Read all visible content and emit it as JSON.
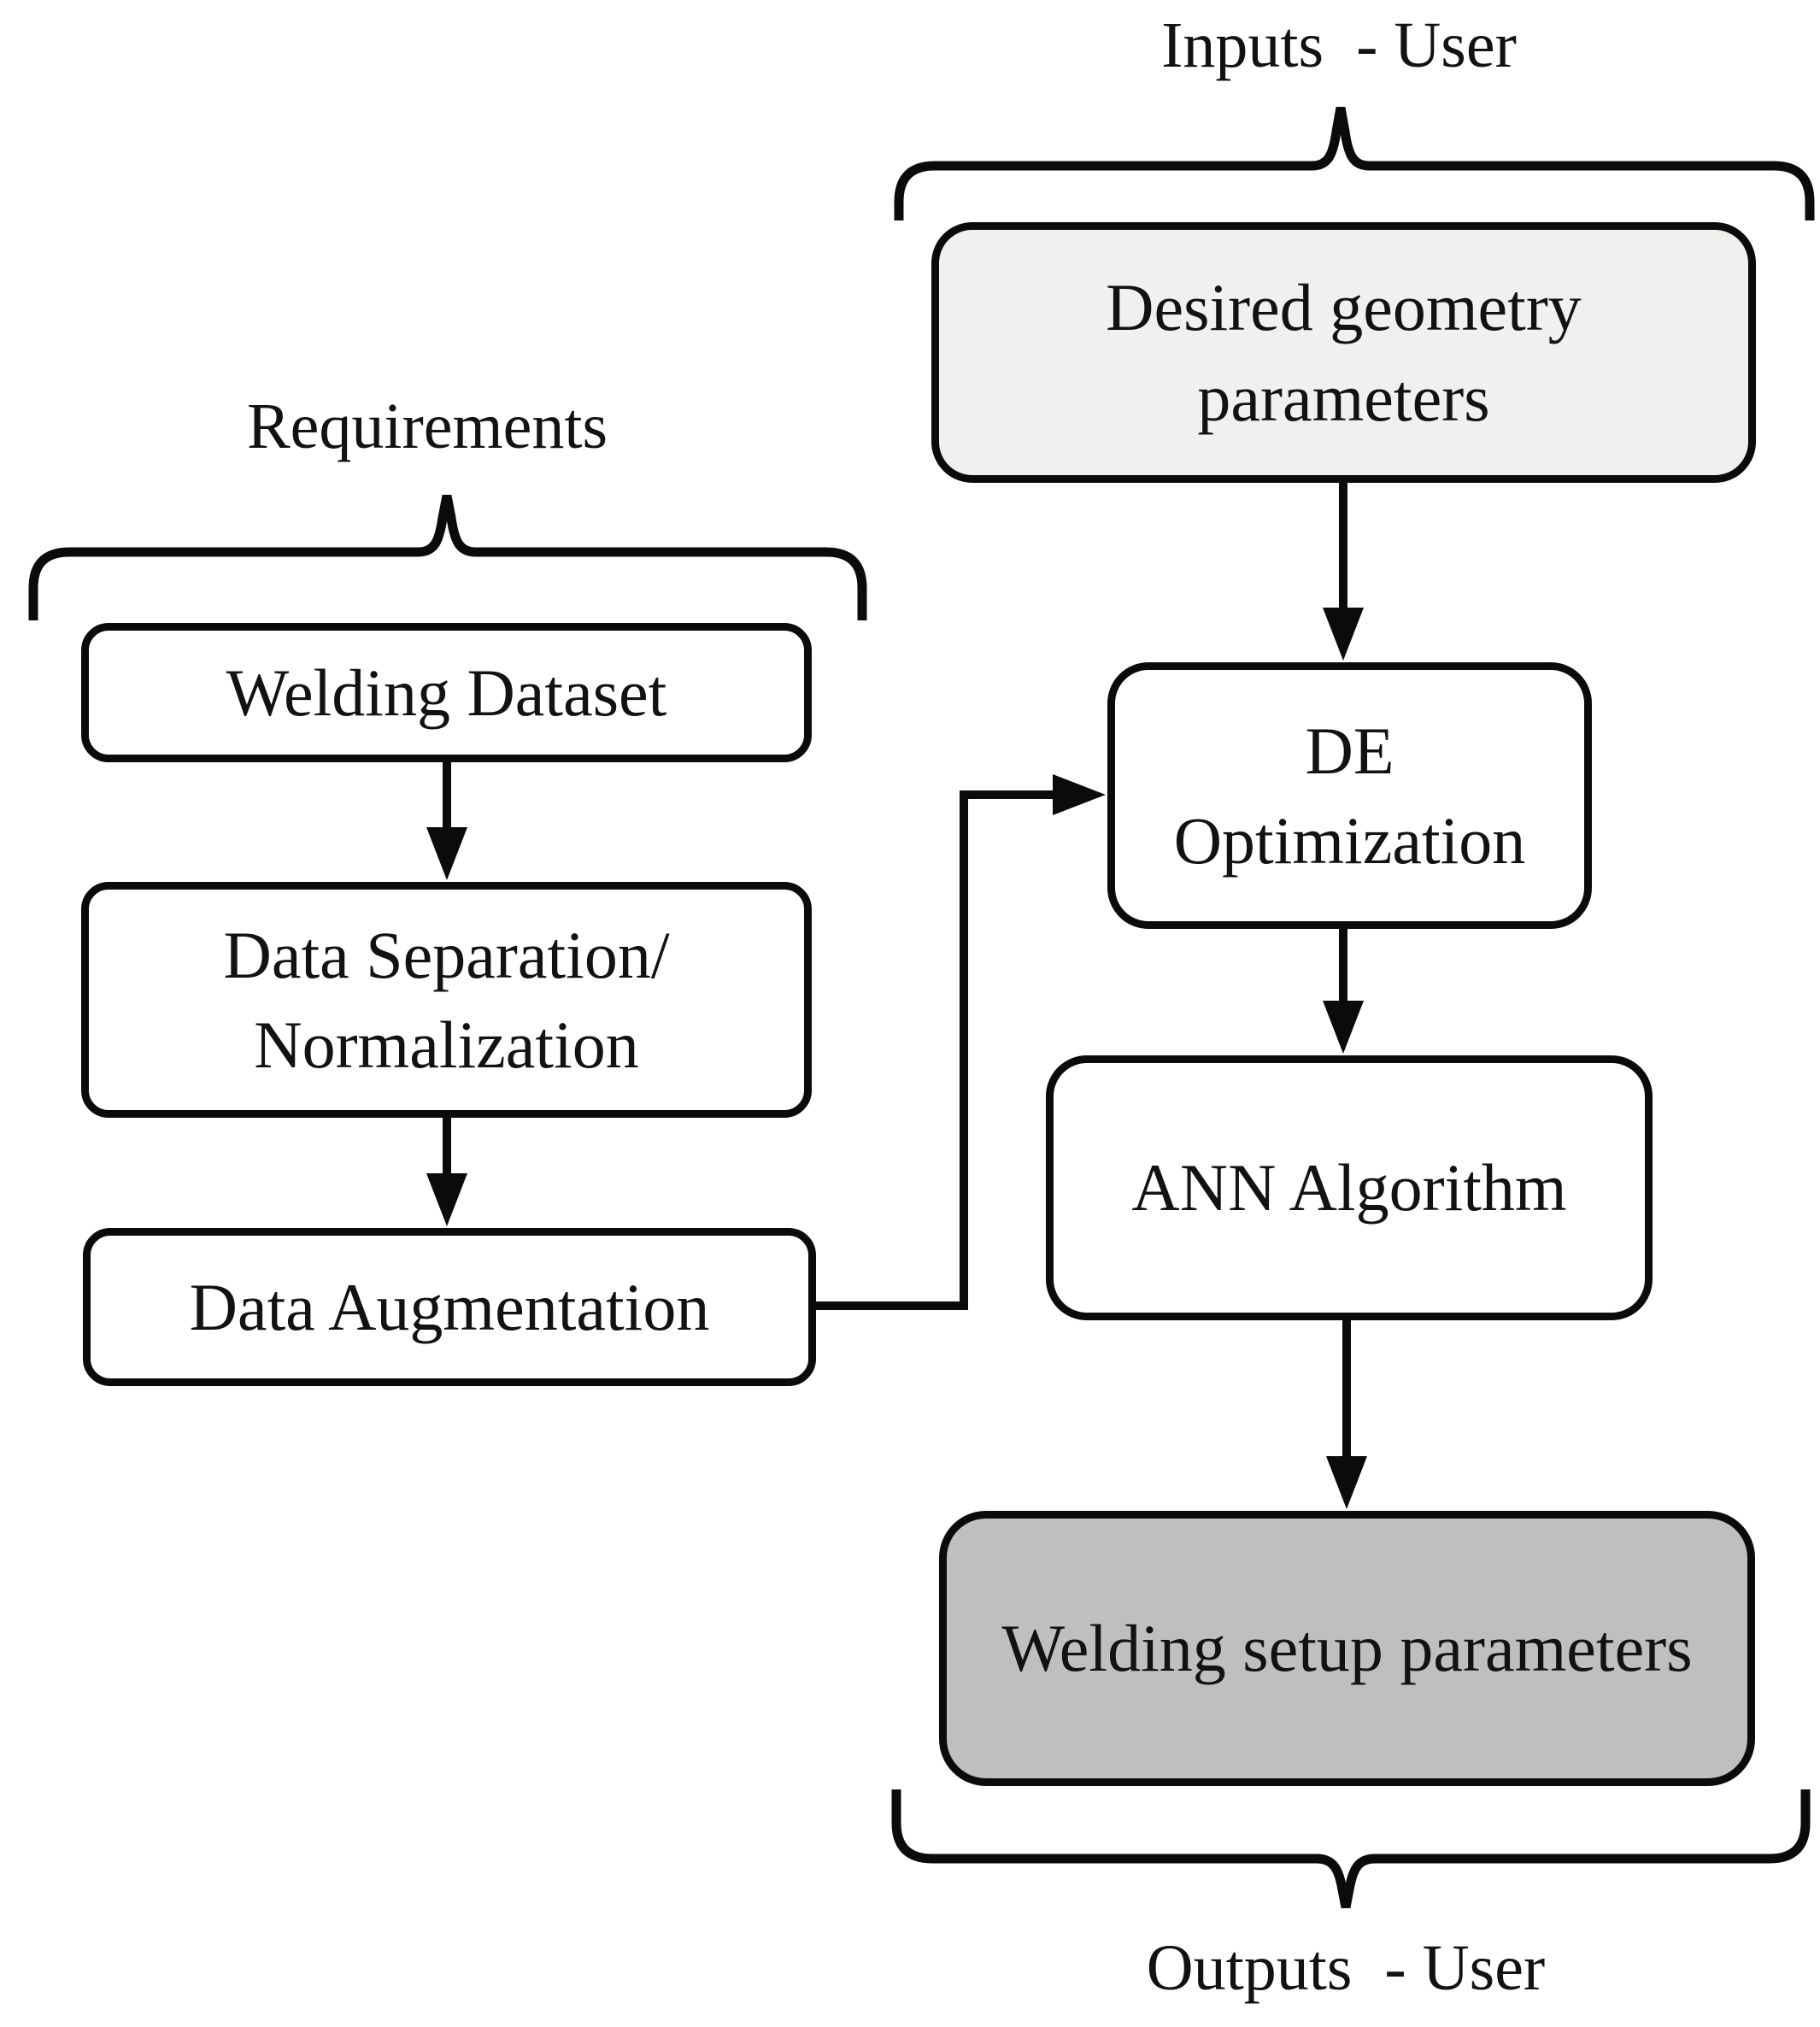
{
  "title_labels": {
    "inputs_user": "Inputs  - User",
    "requirements": "Requirements",
    "outputs_user": "Outputs  - User"
  },
  "boxes": {
    "welding_dataset": {
      "line1": "Welding Dataset",
      "fill": "#ffffff"
    },
    "data_separation": {
      "line1": "Data Separation/",
      "line2": "Normalization",
      "fill": "#ffffff"
    },
    "data_augmentation": {
      "line1": "Data Augmentation",
      "fill": "#ffffff"
    },
    "desired_geometry": {
      "line1": "Desired geometry",
      "line2": "parameters",
      "fill": "#f0f0ee"
    },
    "de_optimization": {
      "line1": "DE",
      "line2": "Optimization",
      "fill": "#ffffff"
    },
    "ann_algorithm": {
      "line1": "ANN Algorithm",
      "fill": "#ffffff"
    },
    "welding_setup": {
      "line1": "Welding setup parameters",
      "fill": "#bfbfbf"
    }
  },
  "edges": [
    {
      "from": "desired_geometry",
      "to": "de_optimization"
    },
    {
      "from": "de_optimization",
      "to": "ann_algorithm"
    },
    {
      "from": "ann_algorithm",
      "to": "welding_setup"
    },
    {
      "from": "welding_dataset",
      "to": "data_separation"
    },
    {
      "from": "data_separation",
      "to": "data_augmentation"
    },
    {
      "from": "data_augmentation",
      "to": "de_optimization"
    }
  ],
  "braces": [
    {
      "label": "Inputs  - User",
      "groups": "desired_geometry",
      "position": "top"
    },
    {
      "label": "Requirements",
      "groups": "left_column",
      "position": "top"
    },
    {
      "label": "Outputs  - User",
      "groups": "welding_setup",
      "position": "bottom"
    }
  ],
  "colors": {
    "background": "#ffffff",
    "stroke": "#0b0b0b",
    "text": "#121212",
    "light_gray_fill": "#f0f0ee",
    "gray_fill": "#bfbfbf"
  }
}
